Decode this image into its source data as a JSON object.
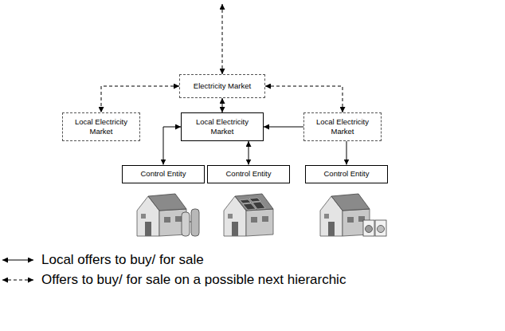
{
  "diagram": {
    "nodes": [
      {
        "text": [
          "Electricity Market"
        ]
      },
      {
        "text": [
          "Local Electricity Market"
        ]
      },
      {
        "text": [
          "Local Electricity Market"
        ]
      },
      {
        "text": [
          "Local Electricity Market"
        ]
      },
      {
        "text": [
          "Control Entity"
        ]
      },
      {
        "text": [
          "Control Entity"
        ]
      },
      {
        "text": [
          "Control Entity"
        ]
      }
    ],
    "edges": [
      {
        "from": 0,
        "to": 1,
        "arrow": "both"
      },
      {
        "from": 0,
        "to": 2,
        "arrow": "both"
      },
      {
        "from": 0,
        "to": 3,
        "arrow": "both"
      },
      {
        "from": 2,
        "to": 4,
        "arrow": "both"
      },
      {
        "from": 2,
        "to": 5,
        "arrow": "both"
      },
      {
        "from": 2,
        "to": 6,
        "arrow": "both"
      }
    ],
    "legend": [
      {
        "text": "Local offers to buy/ for sale"
      },
      {
        "text": "Offers to buy/ for sale on a possible next hierarchic"
      }
    ]
  }
}
